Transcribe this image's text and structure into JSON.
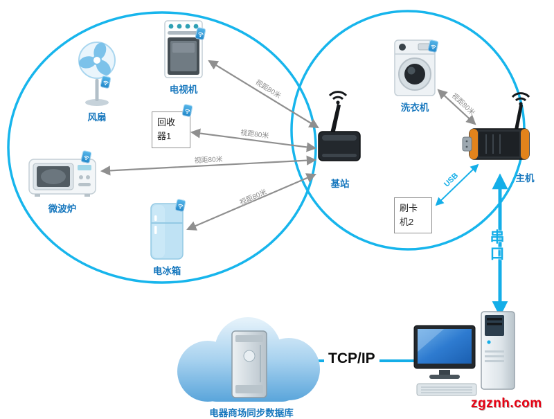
{
  "diagram": {
    "nodes": {
      "fan": {
        "label": "风扇"
      },
      "stove": {
        "label": "电视机"
      },
      "recycler": {
        "line1": "回收",
        "line2": "器1"
      },
      "microwave": {
        "label": "微波炉"
      },
      "fridge": {
        "label": "电冰箱"
      },
      "base_station": {
        "label": "基站"
      },
      "washer": {
        "label": "洗衣机"
      },
      "host": {
        "label": "主机"
      },
      "card_reader": {
        "line1": "刷卡",
        "line2": "机2"
      },
      "cloud_db": {
        "label": "电器商场同步数据库"
      }
    },
    "edges": {
      "line_of_sight_label": "视距80米",
      "usb_label": "USB",
      "serial_label": "串口",
      "tcpip_label": "TCP/IP"
    },
    "watermark": "zgznh.com",
    "colors": {
      "circle_stroke": "#17b5ec",
      "node_label_blue": "#1878be",
      "arrow_gray": "#8f8f8f",
      "cyan_accent": "#14aee8",
      "watermark_red": "#e60012"
    }
  }
}
